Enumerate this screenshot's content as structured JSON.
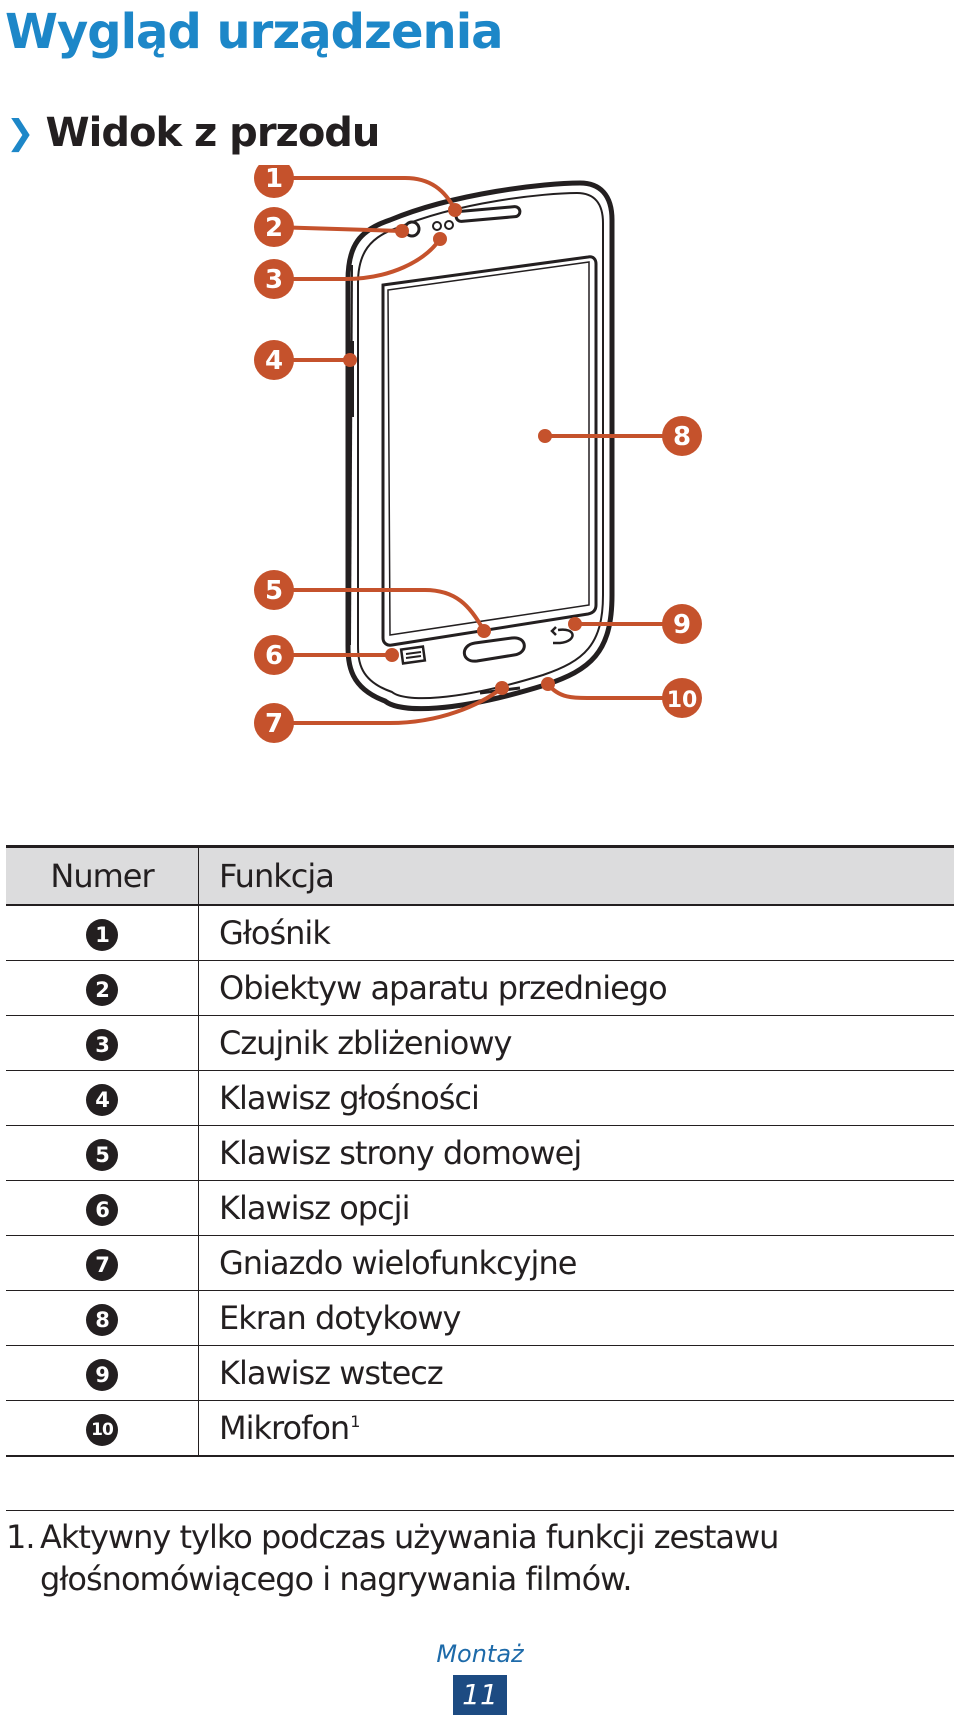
{
  "title": "Wygląd urządzenia",
  "subtitle": "Widok z przodu",
  "figure": {
    "callouts": [
      "1",
      "2",
      "3",
      "4",
      "5",
      "6",
      "7",
      "8",
      "9",
      "10"
    ],
    "callout_color": "#c5522c"
  },
  "table": {
    "header": {
      "number": "Numer",
      "function": "Funkcja"
    },
    "rows": [
      {
        "num": "1",
        "function": "Głośnik"
      },
      {
        "num": "2",
        "function": "Obiektyw aparatu przedniego"
      },
      {
        "num": "3",
        "function": "Czujnik zbliżeniowy"
      },
      {
        "num": "4",
        "function": "Klawisz głośności"
      },
      {
        "num": "5",
        "function": "Klawisz strony domowej"
      },
      {
        "num": "6",
        "function": "Klawisz opcji"
      },
      {
        "num": "7",
        "function": "Gniazdo wielofunkcyjne"
      },
      {
        "num": "8",
        "function": "Ekran dotykowy"
      },
      {
        "num": "9",
        "function": "Klawisz wstecz"
      },
      {
        "num": "10",
        "function": "Mikrofon",
        "sup": "1"
      }
    ]
  },
  "footnote": {
    "mark": "1.",
    "line1": "Aktywny tylko podczas używania funkcji zestawu",
    "line2": "głośnomówiącego i nagrywania filmów."
  },
  "footer": {
    "section": "Montaż",
    "page": "11"
  },
  "colors": {
    "title_blue": "#1d87c8",
    "callout": "#c5522c",
    "header_bg": "#dcdcdd",
    "page_box": "#1d4b82"
  }
}
